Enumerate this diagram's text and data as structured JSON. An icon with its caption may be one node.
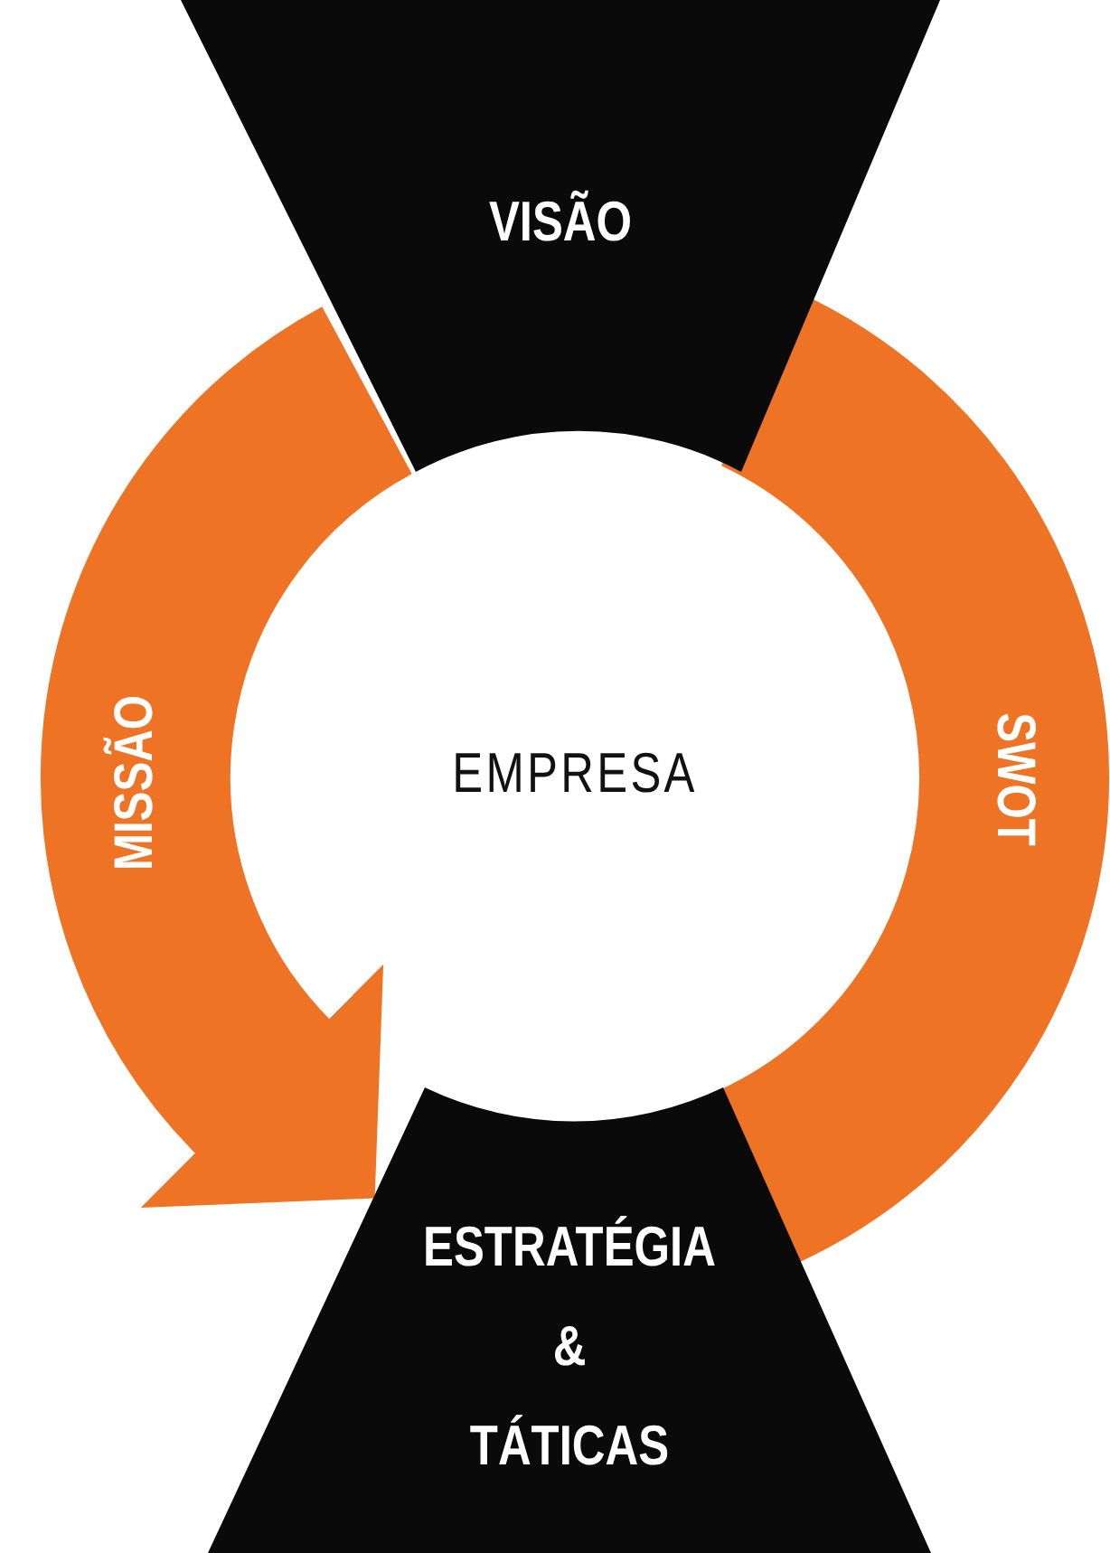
{
  "diagram": {
    "nodes": [
      {
        "text": [
          "VISÃO"
        ]
      },
      {
        "text": [
          "EMPRESA"
        ]
      },
      {
        "text": [
          "ESTRATÉGIA & TÁTICAS"
        ]
      }
    ],
    "edges": [
      {
        "from": 0,
        "to": 2,
        "arrow": "to",
        "label": "MISSÃO"
      },
      {
        "from": 0,
        "to": 2,
        "arrow": "none",
        "label": "SWOT"
      }
    ]
  }
}
